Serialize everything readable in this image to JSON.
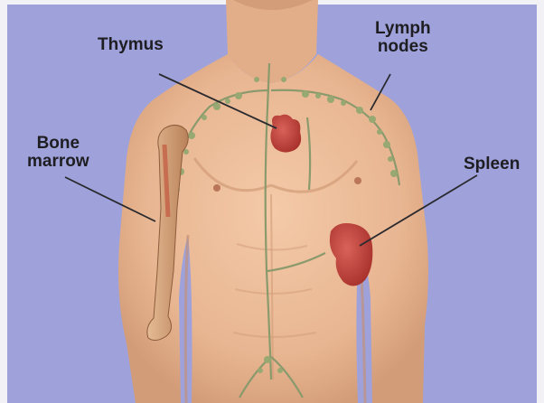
{
  "labels": {
    "thymus": "Thymus",
    "lymph_nodes": [
      "Lymph",
      "nodes"
    ],
    "bone_marrow": [
      "Bone",
      "marrow"
    ],
    "spleen": "Spleen"
  },
  "colors": {
    "background": "#9c9fd8",
    "skin": "#e9b897",
    "organ": "#c4433d",
    "bone": "#cd9a73",
    "lymph_vessel": "#8b9a6e",
    "leader_line": "#2a2a2e"
  }
}
